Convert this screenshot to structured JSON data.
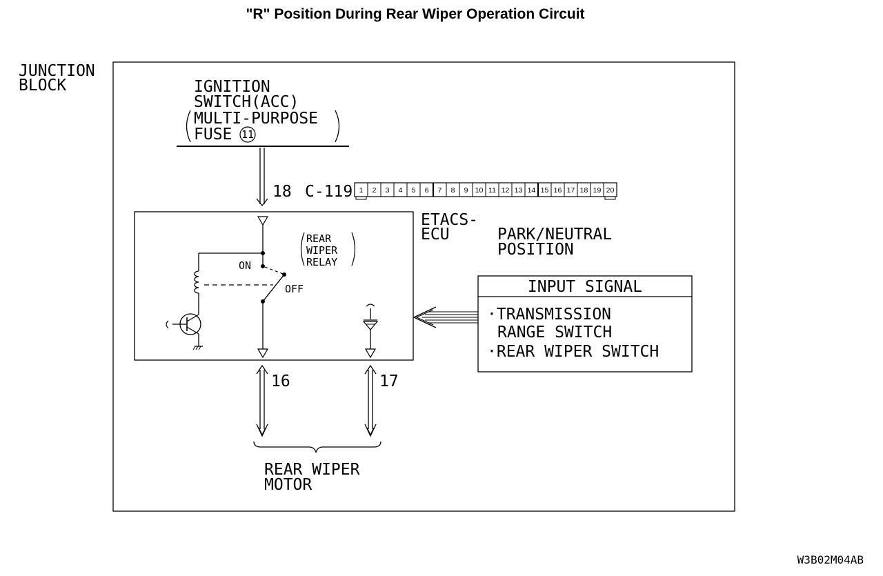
{
  "diagram": {
    "title": "\"R\" Position During Rear Wiper Operation Circuit",
    "junction_block": [
      "JUNCTION",
      "BLOCK"
    ],
    "ignition": {
      "lines": [
        "IGNITION",
        "SWITCH(ACC)",
        "MULTI-PURPOSE",
        "FUSE"
      ],
      "fuse_number": "11"
    },
    "connector": {
      "pin_left": "18",
      "name": "C-119",
      "pins": [
        "1",
        "2",
        "3",
        "4",
        "5",
        "6",
        "7",
        "8",
        "9",
        "10",
        "11",
        "12",
        "13",
        "14",
        "15",
        "16",
        "17",
        "18",
        "19",
        "20"
      ]
    },
    "ecu": [
      "ETACS-",
      "ECU"
    ],
    "relay": [
      "REAR",
      "WIPER",
      "RELAY"
    ],
    "switch": {
      "on": "ON",
      "off": "OFF"
    },
    "park_neutral": [
      "PARK/NEUTRAL",
      "POSITION"
    ],
    "input_signal": {
      "header": "INPUT SIGNAL",
      "items": [
        "·TRANSMISSION",
        "RANGE SWITCH",
        "·REAR WIPER SWITCH"
      ]
    },
    "motor_pins": [
      "16",
      "17"
    ],
    "motor": [
      "REAR WIPER",
      "MOTOR"
    ],
    "figure_code": "W3B02M04AB"
  }
}
